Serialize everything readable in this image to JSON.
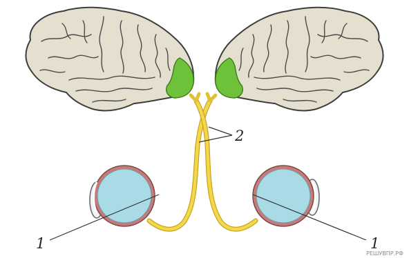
{
  "labels": {
    "eyes": "1",
    "eyes_right": "1",
    "optic_nerves": "2"
  },
  "watermark": "РЕШУВПР.РФ",
  "colors": {
    "brain_fill": "#e4dfcf",
    "brain_outline": "#3d3d3a",
    "visual_cortex": "#6dc23a",
    "nerve": "#f2d84a",
    "nerve_outline": "#c9a41e",
    "eyeball": "#a9dbe6",
    "eye_ring": "#c97a78"
  },
  "icons": {
    "brain": "brain-icon",
    "eye": "eye-icon"
  }
}
